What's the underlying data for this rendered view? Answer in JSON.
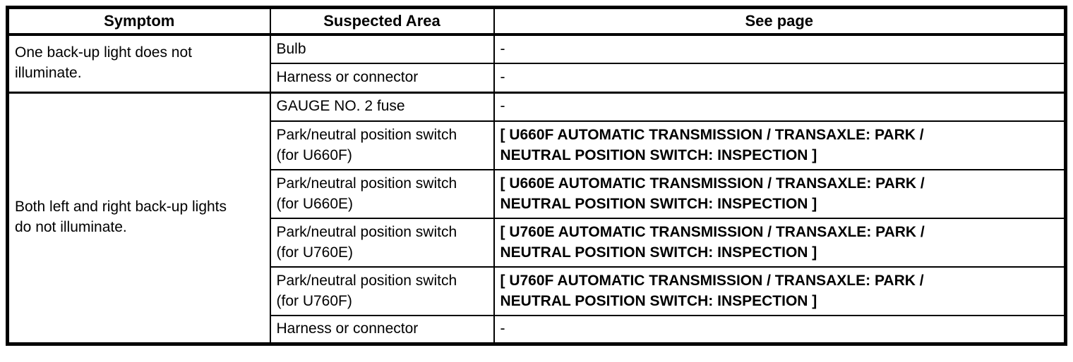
{
  "document": {
    "background_color": "#ffffff",
    "border_color": "#000000",
    "text_color": "#000000"
  },
  "table": {
    "headers": {
      "symptom": "Symptom",
      "suspected_area": "Suspected Area",
      "see_page": "See page"
    },
    "groups": [
      {
        "symptom": "One back-up light does not\nilluminate.",
        "rows": [
          {
            "area": "Bulb",
            "page": "-"
          },
          {
            "area": "Harness or connector",
            "page": "-"
          }
        ]
      },
      {
        "symptom": "Both left and right back-up lights\ndo not illuminate.",
        "rows": [
          {
            "area": "GAUGE NO. 2 fuse",
            "page": "-"
          },
          {
            "area": "Park/neutral position switch\n(for U660F)",
            "page": "[ U660F AUTOMATIC TRANSMISSION / TRANSAXLE: PARK /\nNEUTRAL POSITION SWITCH: INSPECTION ]"
          },
          {
            "area": "Park/neutral position switch\n(for U660E)",
            "page": "[ U660E AUTOMATIC TRANSMISSION / TRANSAXLE: PARK /\nNEUTRAL POSITION SWITCH: INSPECTION ]"
          },
          {
            "area": "Park/neutral position switch\n(for U760E)",
            "page": "[ U760E AUTOMATIC TRANSMISSION / TRANSAXLE: PARK /\nNEUTRAL POSITION SWITCH: INSPECTION ]"
          },
          {
            "area": "Park/neutral position switch\n(for U760F)",
            "page": "[ U760F AUTOMATIC TRANSMISSION / TRANSAXLE: PARK /\nNEUTRAL POSITION SWITCH: INSPECTION ]"
          },
          {
            "area": "Harness or connector",
            "page": "-"
          }
        ]
      }
    ]
  }
}
